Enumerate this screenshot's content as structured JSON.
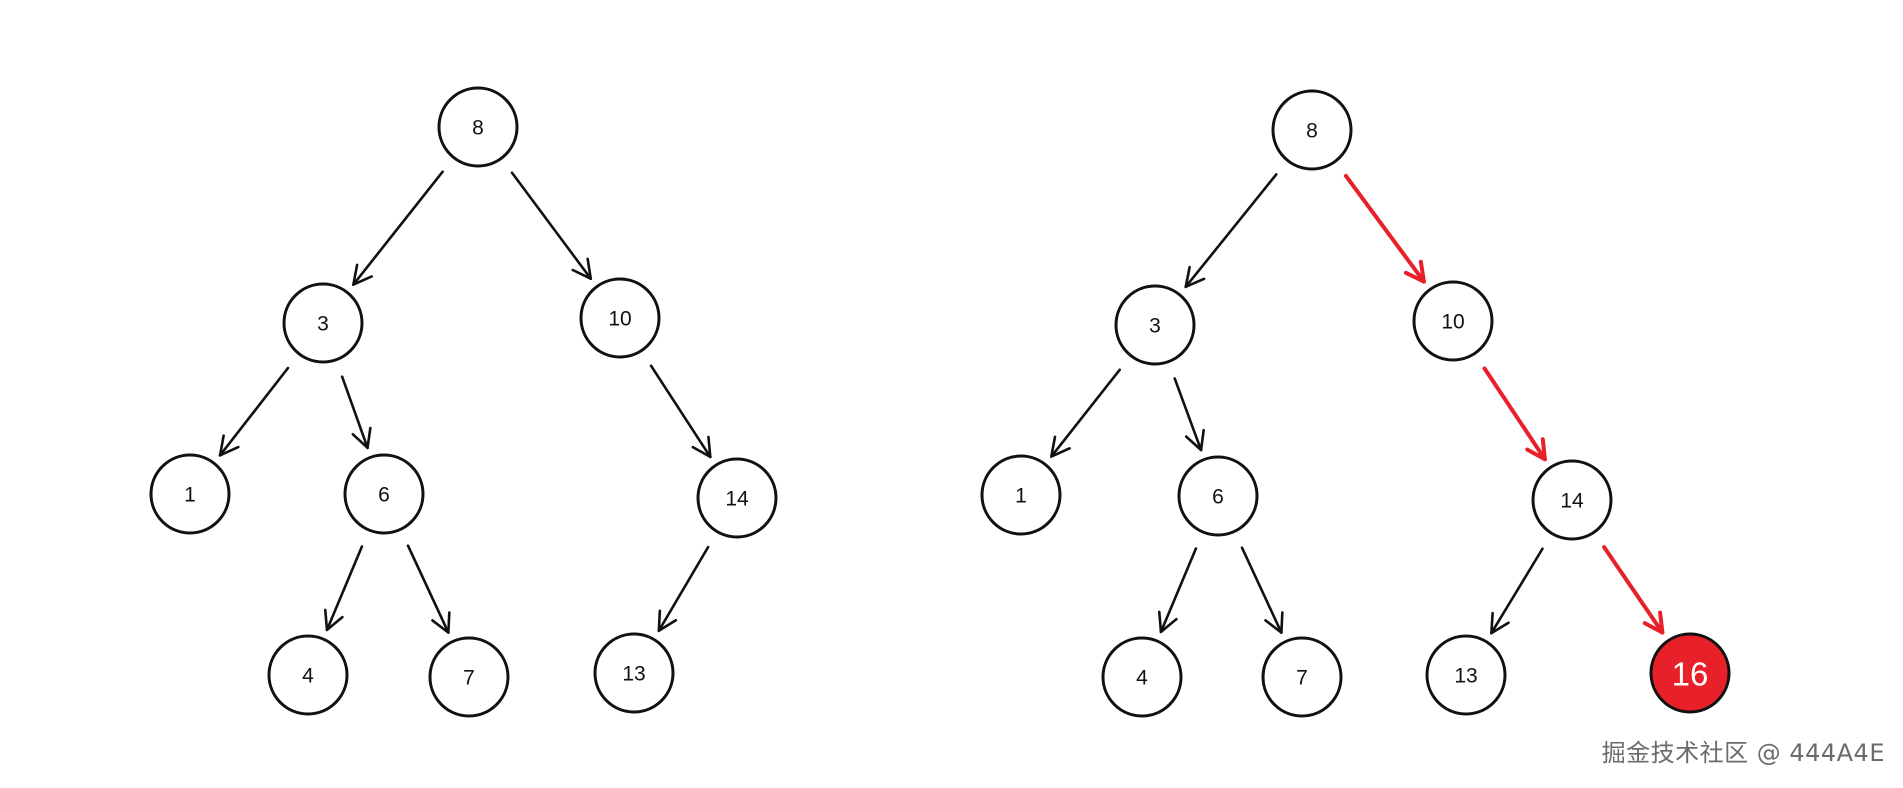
{
  "colors": {
    "stroke": "#111111",
    "highlight": "#e8202a",
    "node_fill": "#ffffff",
    "inserted_fill": "#e8202a",
    "watermark": "#6b6b6b"
  },
  "watermark": "掘金技术社区 @ 444A4E",
  "trees": [
    {
      "id": "before",
      "nodes": [
        {
          "id": "n8",
          "label": "8"
        },
        {
          "id": "n3",
          "label": "3"
        },
        {
          "id": "n10",
          "label": "10"
        },
        {
          "id": "n1",
          "label": "1"
        },
        {
          "id": "n6",
          "label": "6"
        },
        {
          "id": "n14",
          "label": "14"
        },
        {
          "id": "n4",
          "label": "4"
        },
        {
          "id": "n7",
          "label": "7"
        },
        {
          "id": "n13",
          "label": "13"
        }
      ],
      "edges": [
        {
          "from": "n8",
          "to": "n3",
          "highlight": false
        },
        {
          "from": "n8",
          "to": "n10",
          "highlight": false
        },
        {
          "from": "n3",
          "to": "n1",
          "highlight": false
        },
        {
          "from": "n3",
          "to": "n6",
          "highlight": false
        },
        {
          "from": "n10",
          "to": "n14",
          "highlight": false
        },
        {
          "from": "n6",
          "to": "n4",
          "highlight": false
        },
        {
          "from": "n6",
          "to": "n7",
          "highlight": false
        },
        {
          "from": "n14",
          "to": "n13",
          "highlight": false
        }
      ]
    },
    {
      "id": "after",
      "nodes": [
        {
          "id": "m8",
          "label": "8"
        },
        {
          "id": "m3",
          "label": "3"
        },
        {
          "id": "m10",
          "label": "10"
        },
        {
          "id": "m1",
          "label": "1"
        },
        {
          "id": "m6",
          "label": "6"
        },
        {
          "id": "m14",
          "label": "14"
        },
        {
          "id": "m4",
          "label": "4"
        },
        {
          "id": "m7",
          "label": "7"
        },
        {
          "id": "m13",
          "label": "13"
        },
        {
          "id": "m16",
          "label": "16",
          "inserted": true
        }
      ],
      "edges": [
        {
          "from": "m8",
          "to": "m3",
          "highlight": false
        },
        {
          "from": "m8",
          "to": "m10",
          "highlight": true
        },
        {
          "from": "m3",
          "to": "m1",
          "highlight": false
        },
        {
          "from": "m3",
          "to": "m6",
          "highlight": false
        },
        {
          "from": "m10",
          "to": "m14",
          "highlight": true
        },
        {
          "from": "m6",
          "to": "m4",
          "highlight": false
        },
        {
          "from": "m6",
          "to": "m7",
          "highlight": false
        },
        {
          "from": "m14",
          "to": "m13",
          "highlight": false
        },
        {
          "from": "m14",
          "to": "m16",
          "highlight": true
        }
      ]
    }
  ]
}
